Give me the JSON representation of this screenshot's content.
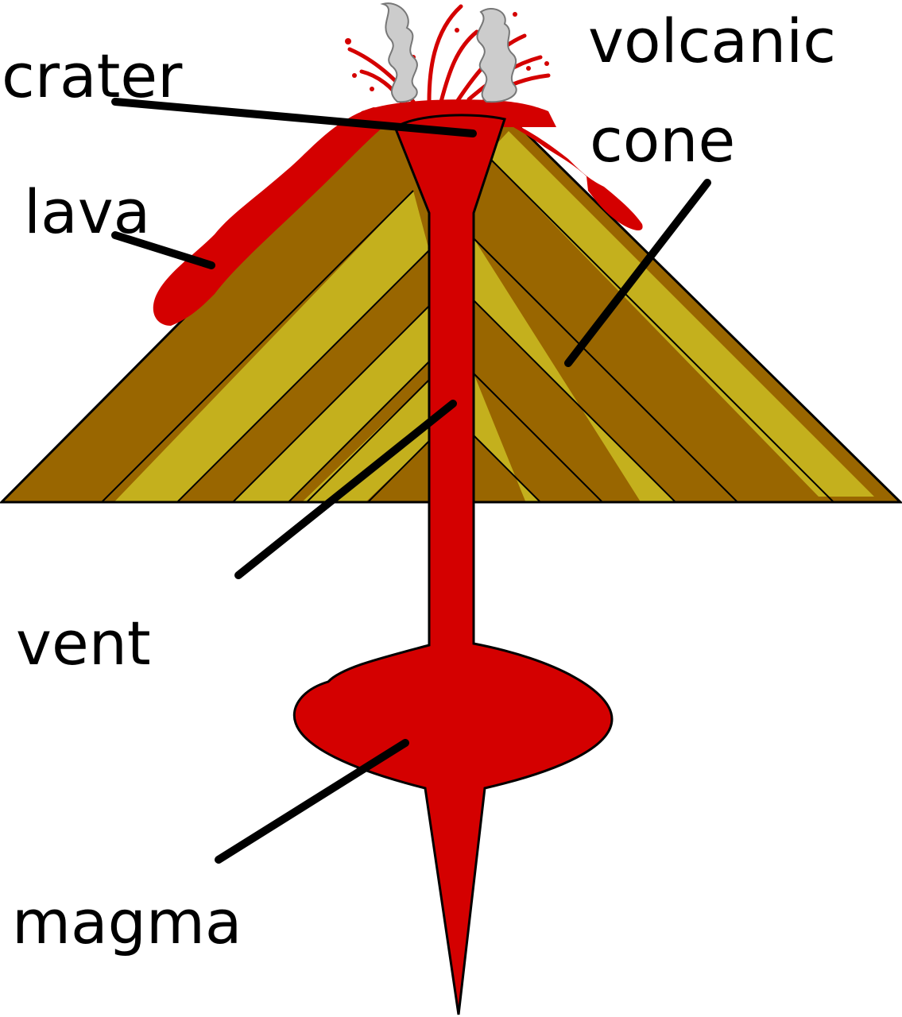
{
  "diagram": {
    "labels": {
      "crater": "crater",
      "lava": "lava",
      "volcanic": "volcanic",
      "cone": "cone",
      "vent": "vent",
      "magma": "magma"
    },
    "colors": {
      "background": "#ffffff",
      "cone_brown": "#996600",
      "cone_yellow": "#c4b01d",
      "lava_red": "#d40000",
      "smoke_grey": "#cccccc",
      "outline": "#000000"
    }
  }
}
